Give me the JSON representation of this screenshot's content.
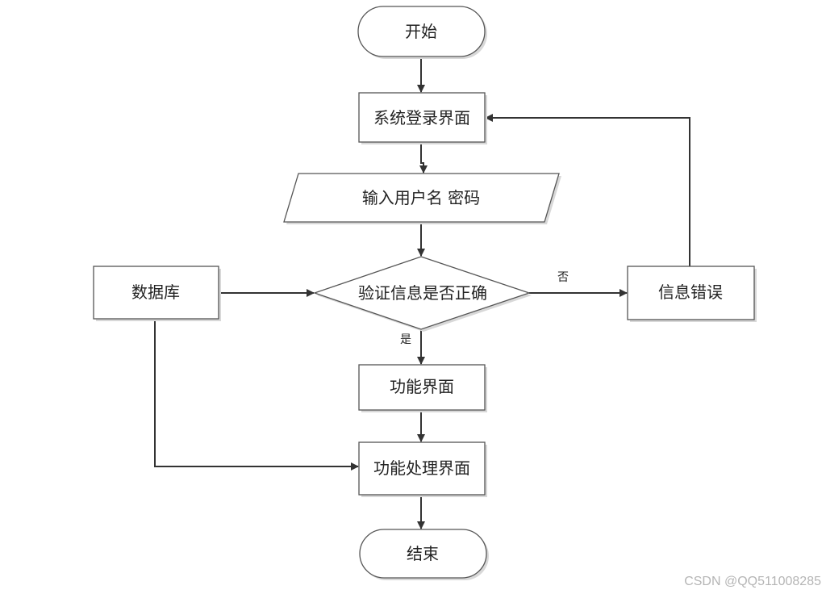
{
  "nodes": {
    "start": "开始",
    "login": "系统登录界面",
    "input": "输入用户名 密码",
    "verify": "验证信息是否正确",
    "database": "数据库",
    "error": "信息错误",
    "function": "功能界面",
    "process": "功能处理界面",
    "end": "结束"
  },
  "edge_labels": {
    "no": "否",
    "yes": "是"
  },
  "watermark": "CSDN @QQ511008285"
}
